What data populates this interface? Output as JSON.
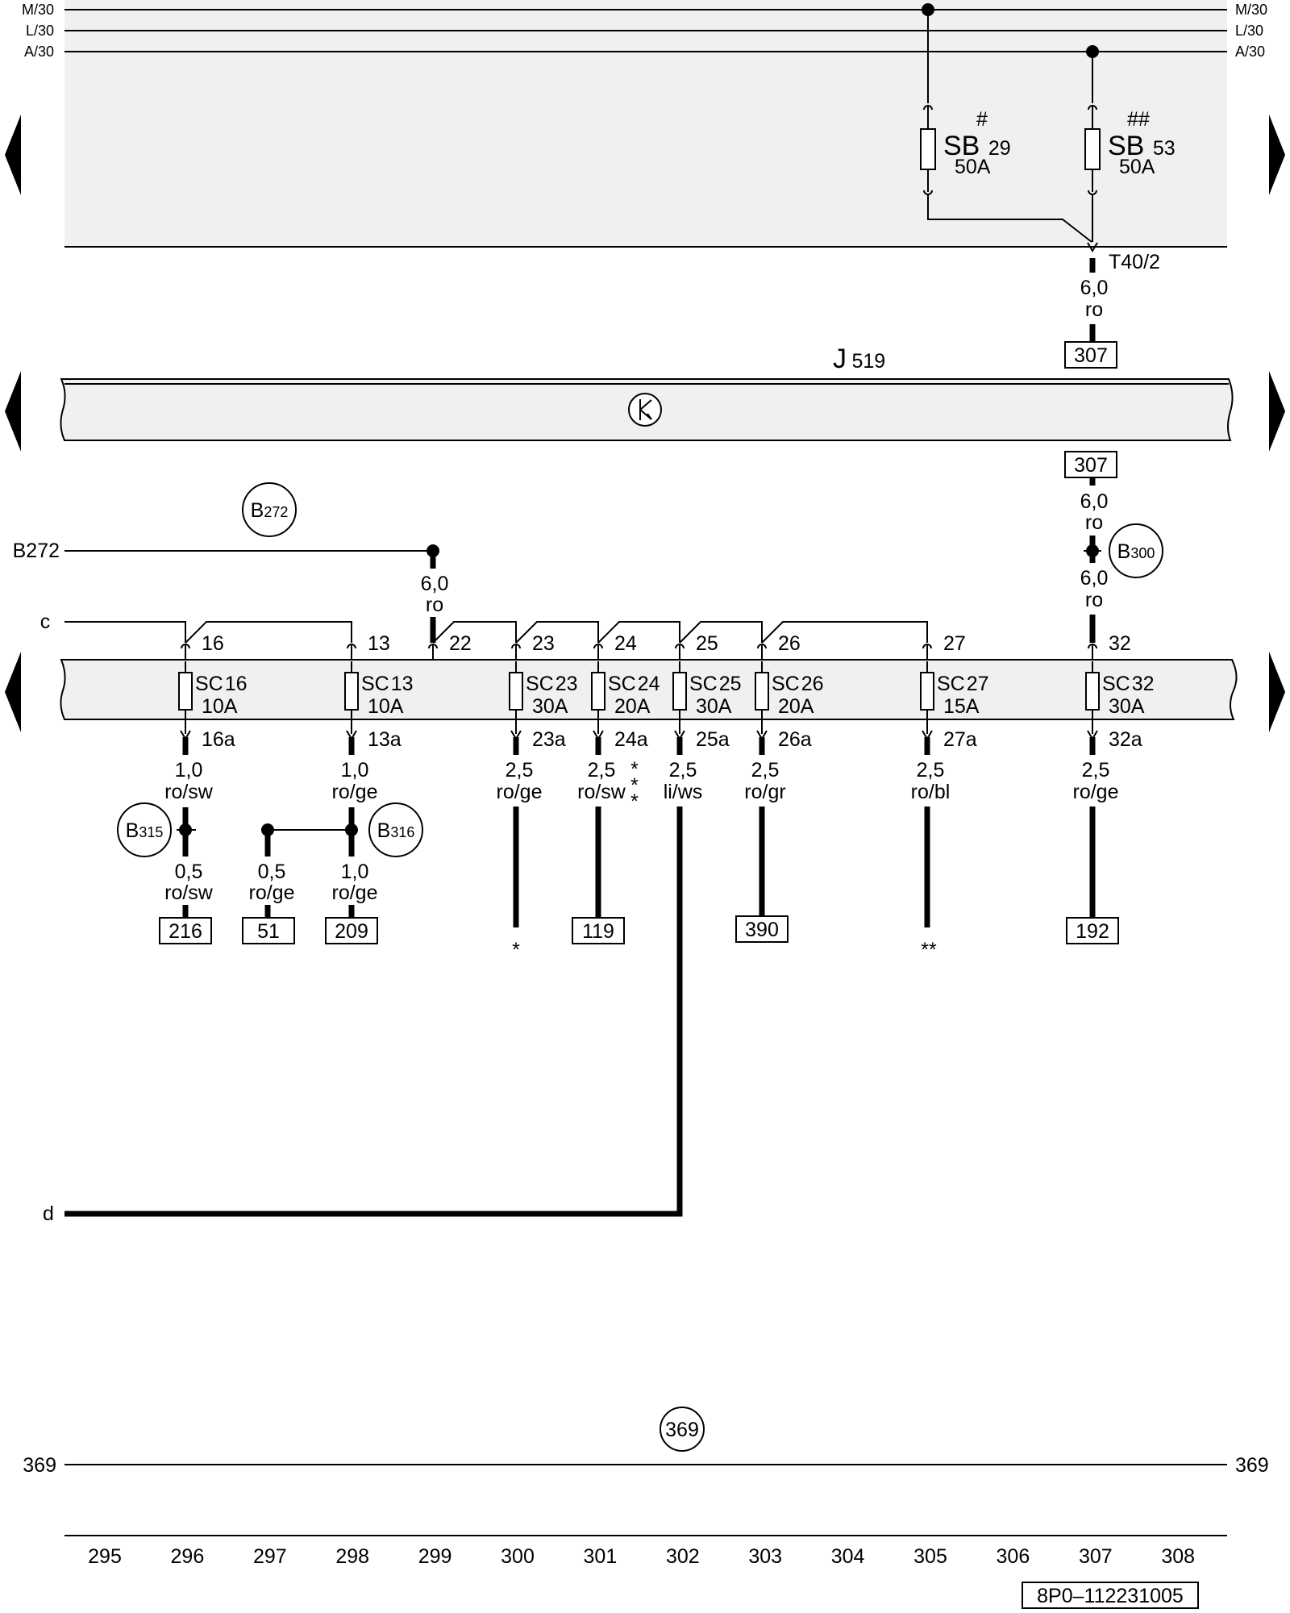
{
  "rails": {
    "left": [
      "M/30",
      "L/30",
      "A/30"
    ],
    "right": [
      "M/30",
      "L/30",
      "A/30"
    ]
  },
  "top_fuses": [
    {
      "mark": "#",
      "name": "SB",
      "num": "29",
      "rating": "50A"
    },
    {
      "mark": "##",
      "name": "SB",
      "num": "53",
      "rating": "50A"
    }
  ],
  "connector_t40": "T40/2",
  "wire_t40": {
    "gauge": "6,0",
    "color": "ro"
  },
  "ref_307_top": "307",
  "module": {
    "prefix": "J",
    "sub": "519"
  },
  "ref_307_bottom": "307",
  "wire_b300_upper": {
    "gauge": "6,0",
    "color": "ro"
  },
  "wire_b300_lower": {
    "gauge": "6,0",
    "color": "ro"
  },
  "splices": {
    "b272": {
      "letter": "B",
      "num": "272"
    },
    "b300": {
      "letter": "B",
      "num": "300"
    },
    "b315": {
      "letter": "B",
      "num": "315"
    },
    "b316": {
      "letter": "B",
      "num": "316"
    },
    "s369": "369"
  },
  "b272_line_label": "B272",
  "wire_b272": {
    "gauge": "6,0",
    "color": "ro"
  },
  "label_c": "c",
  "label_d": "d",
  "fuse_inputs": [
    "16",
    "13",
    "22",
    "23",
    "24",
    "25",
    "26",
    "27",
    "32"
  ],
  "sc_fuses": [
    {
      "name": "SC",
      "num": "16",
      "rating": "10A",
      "out": "16a",
      "gauge": "1,0",
      "color": "ro/sw"
    },
    {
      "name": "SC",
      "num": "13",
      "rating": "10A",
      "out": "13a",
      "gauge": "1,0",
      "color": "ro/ge"
    },
    {
      "name": "SC",
      "num": "23",
      "rating": "30A",
      "out": "23a",
      "gauge": "2,5",
      "color": "ro/ge"
    },
    {
      "name": "SC",
      "num": "24",
      "rating": "20A",
      "out": "24a",
      "gauge": "2,5",
      "color": "ro/sw"
    },
    {
      "name": "SC",
      "num": "25",
      "rating": "30A",
      "out": "25a",
      "gauge": "2,5",
      "color": "li/ws"
    },
    {
      "name": "SC",
      "num": "26",
      "rating": "20A",
      "out": "26a",
      "gauge": "2,5",
      "color": "ro/gr"
    },
    {
      "name": "SC",
      "num": "27",
      "rating": "15A",
      "out": "27a",
      "gauge": "2,5",
      "color": "ro/bl"
    },
    {
      "name": "SC",
      "num": "32",
      "rating": "30A",
      "out": "32a",
      "gauge": "2,5",
      "color": "ro/ge"
    }
  ],
  "lower_wires": [
    {
      "gauge": "0,5",
      "color": "ro/sw"
    },
    {
      "gauge": "0,5",
      "color": "ro/ge"
    },
    {
      "gauge": "1,0",
      "color": "ro/ge"
    }
  ],
  "refs": {
    "r216": "216",
    "r51": "51",
    "r209": "209",
    "r119": "119",
    "r390": "390",
    "r192": "192"
  },
  "stars": {
    "s1": "*",
    "s2": "**",
    "s3": "*",
    "s3b": "*",
    "s3c": "*"
  },
  "line_369": {
    "left": "369",
    "right": "369"
  },
  "columns": [
    "295",
    "296",
    "297",
    "298",
    "299",
    "300",
    "301",
    "302",
    "303",
    "304",
    "305",
    "306",
    "307",
    "308"
  ],
  "drawing_id": "8P0–112231005",
  "colors": {
    "band_fill": "#f0f0f0",
    "ink": "#000000"
  }
}
